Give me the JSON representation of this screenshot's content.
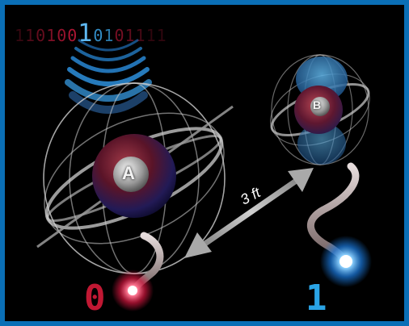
{
  "bits": [
    "1",
    "1",
    "0",
    "1",
    "0",
    "0",
    "1",
    "0",
    "1",
    "0",
    "1",
    "1",
    "1",
    "1"
  ],
  "particle_a": {
    "label": "A"
  },
  "particle_b": {
    "label": "B"
  },
  "distance": {
    "label": "3 ft"
  },
  "outputs": {
    "left": "0",
    "right": "1"
  },
  "colors": {
    "frame": "#0a6fb6",
    "bit_red": "#c0193a",
    "bit_blue": "#3ba4e6",
    "left_glow": "#ff2a55",
    "right_glow": "#3fb0ff",
    "qbit_zero": "#c01833",
    "qbit_one": "#2aa4e6"
  }
}
